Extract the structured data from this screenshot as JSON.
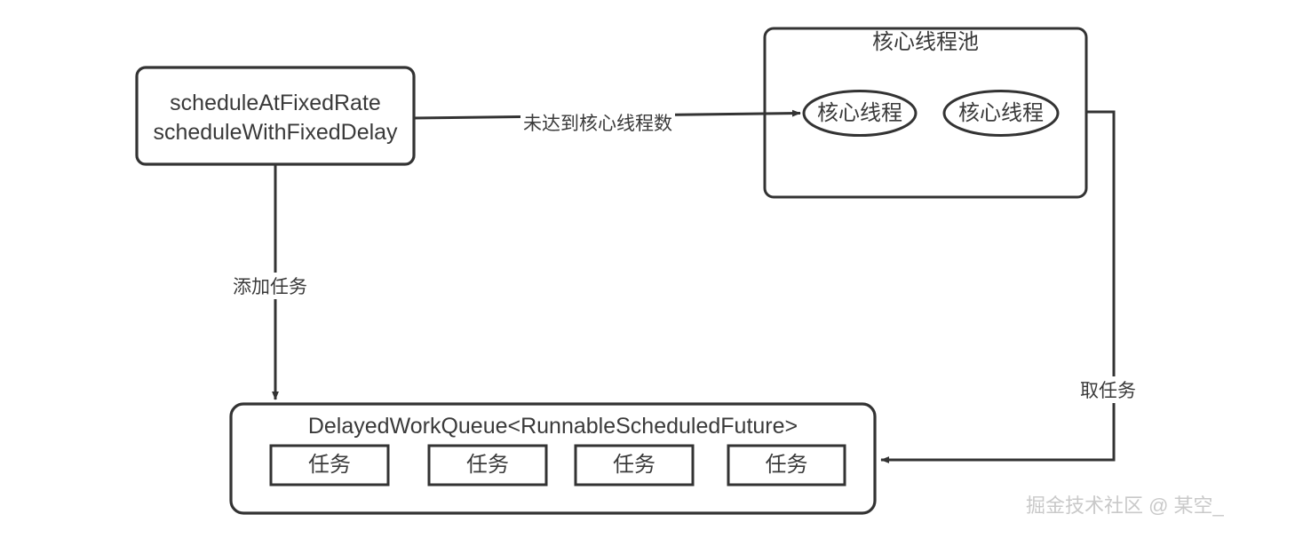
{
  "diagram": {
    "scheduler_box": {
      "line1": "scheduleAtFixedRate",
      "line2": "scheduleWithFixedDelay"
    },
    "thread_pool": {
      "title": "核心线程池",
      "threads": [
        {
          "label": "核心线程"
        },
        {
          "label": "核心线程"
        }
      ]
    },
    "queue": {
      "title": "DelayedWorkQueue<RunnableScheduledFuture>",
      "tasks": [
        {
          "label": "任务"
        },
        {
          "label": "任务"
        },
        {
          "label": "任务"
        },
        {
          "label": "任务"
        }
      ]
    },
    "edges": {
      "submit_to_pool": "未达到核心线程数",
      "add_task": "添加任务",
      "take_task": "取任务"
    },
    "watermark": "掘金技术社区 @ 某空_",
    "colors": {
      "stroke": "#333333",
      "text": "#3a3a3a",
      "background": "#ffffff",
      "watermark": "#c9c9c9"
    }
  }
}
